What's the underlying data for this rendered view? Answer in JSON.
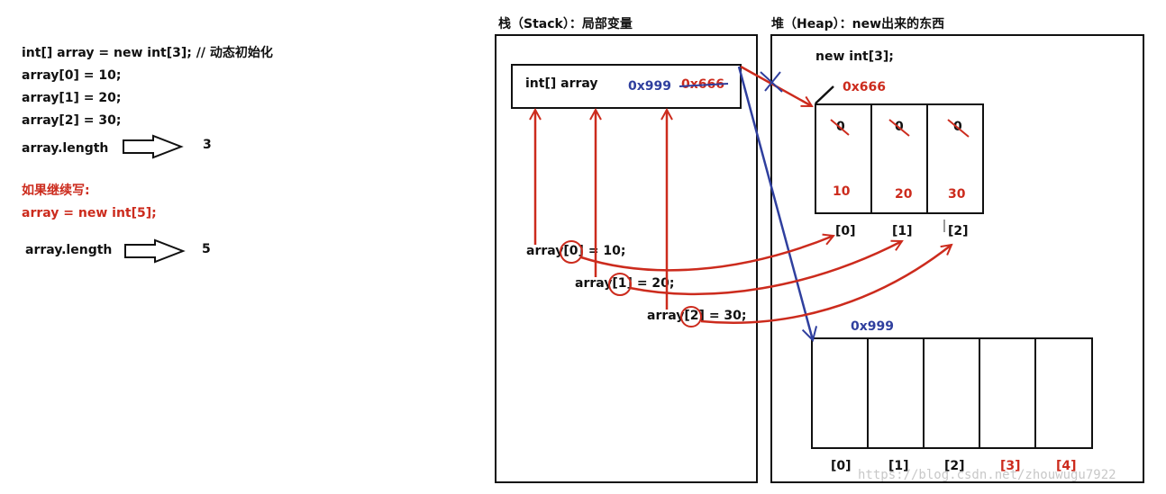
{
  "code": {
    "line1": "int[] array = new int[3]; // 动态初始化",
    "line2": "array[0] = 10;",
    "line3": "array[1] = 20;",
    "line4": "array[2] = 30;",
    "length_label_1": "array.length",
    "length_value_1": "3",
    "continue_note": "如果继续写:",
    "reassign": "array = new int[5];",
    "length_label_2": "array.length",
    "length_value_2": "5"
  },
  "stack": {
    "title": "栈（Stack）：局部变量",
    "var_label": "int[] array",
    "new_addr": "0x999",
    "old_addr": "0x666",
    "assign0_pre": "array",
    "assign0_idx": "[0]",
    "assign0_post": "= 10;",
    "assign1_pre": "array",
    "assign1_idx": "[1]",
    "assign1_post": "= 20;",
    "assign2_pre": "array",
    "assign2_idx": "[2]",
    "assign2_post": "= 30;"
  },
  "heap": {
    "title": "堆（Heap）：new出来的东西",
    "new_expr": "new int[3];",
    "array1": {
      "address": "0x666",
      "old_values": [
        "0",
        "0",
        "0"
      ],
      "new_values": [
        "10",
        "20",
        "30"
      ],
      "indices": [
        "[0]",
        "[1]",
        "[2]"
      ]
    },
    "array2": {
      "address": "0x999",
      "indices": [
        "[0]",
        "[1]",
        "[2]",
        "[3]",
        "[4]"
      ]
    }
  },
  "watermark": "https://blog.csdn.net/zhouwugu7922",
  "colors": {
    "red": "#cc2b1d",
    "blue": "#2f3f9e",
    "line": "#111111"
  }
}
